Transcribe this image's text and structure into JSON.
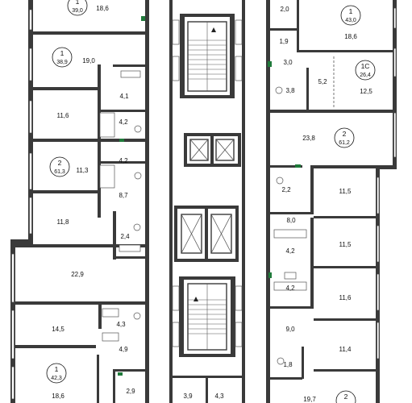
{
  "title": "",
  "units": [
    {
      "id": "unit-1-top-left",
      "number": "1",
      "area": "39,0"
    },
    {
      "id": "unit-1-left-upper",
      "number": "1",
      "area": "38,9"
    },
    {
      "id": "unit-2-left",
      "number": "2",
      "area": "61,3"
    },
    {
      "id": "unit-1-left-bottom",
      "number": "1",
      "area": "42,3"
    },
    {
      "id": "unit-1-top-right",
      "number": "1",
      "area": "43,0"
    },
    {
      "id": "unit-1c-right",
      "number": "1С",
      "area": "26,4"
    },
    {
      "id": "unit-2-right",
      "number": "2",
      "area": "61,2"
    },
    {
      "id": "unit-2-bottom-right",
      "number": "2",
      "area": ""
    }
  ],
  "rooms": {
    "r_18_6_top_left": "18,6",
    "r_19_0": "19,0",
    "r_4_1": "4,1",
    "r_11_6_left": "11,6",
    "r_4_2_left_a": "4,2",
    "r_4_2_left_b": "4,2",
    "r_11_3": "11,3",
    "r_8_7": "8,7",
    "r_11_8": "11,8",
    "r_2_4": "2,4",
    "r_22_9": "22,9",
    "r_14_5": "14,5",
    "r_4_3_left": "4,3",
    "r_4_9": "4,9",
    "r_18_6_bottom_left": "18,6",
    "r_2_9": "2,9",
    "r_3_9": "3,9",
    "r_4_3_center": "4,3",
    "r_2_0": "2,0",
    "r_18_6_top_right": "18,6",
    "r_1_9": "1,9",
    "r_3_0": "3,0",
    "r_3_8": "3,8",
    "r_5_2": "5,2",
    "r_12_5": "12,5",
    "r_23_8": "23,8",
    "r_2_2": "2,2",
    "r_11_5_a": "11,5",
    "r_8_0": "8,0",
    "r_11_5_b": "11,5",
    "r_4_2_right_a": "4,2",
    "r_4_2_right_b": "4,2",
    "r_11_6_right": "11,6",
    "r_9_0": "9,0",
    "r_11_4": "11,4",
    "r_1_8": "1,8",
    "r_19_7": "19,7"
  },
  "colors": {
    "wall": "#3a3a3a",
    "marker": "#1f7a3a",
    "background": "#ffffff"
  }
}
